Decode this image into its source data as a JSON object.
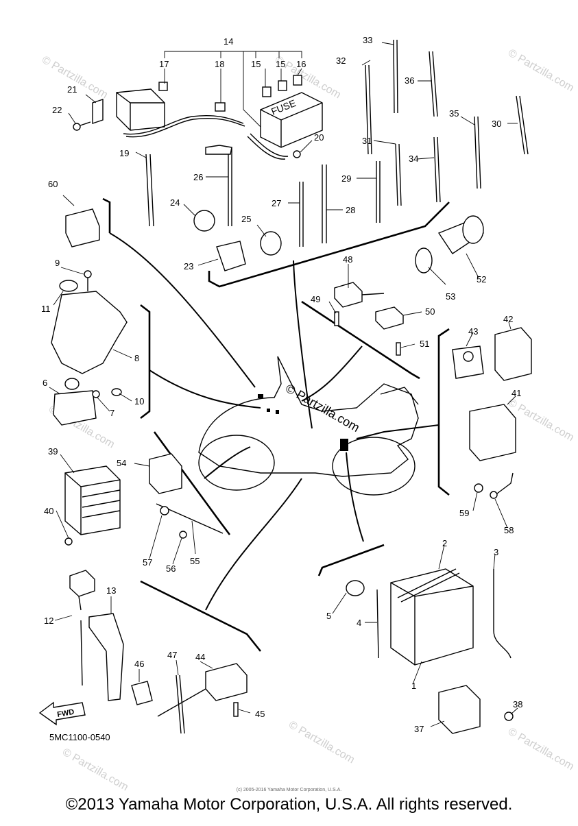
{
  "diagram": {
    "code": "5MC1100-0540",
    "copyright": "©2013 Yamaha Motor Corporation, U.S.A. All rights reserved.",
    "small_notice": "(c) 2005-2016 Yamaha Motor Corporation, U.S.A.",
    "watermark": "© Partzilla.com",
    "fuse_text": "FUSE",
    "fwd_text": "FWD",
    "callouts": [
      "1",
      "2",
      "3",
      "4",
      "5",
      "6",
      "7",
      "8",
      "9",
      "10",
      "11",
      "12",
      "13",
      "14",
      "15",
      "15",
      "16",
      "17",
      "18",
      "19",
      "20",
      "21",
      "22",
      "23",
      "24",
      "25",
      "26",
      "27",
      "28",
      "29",
      "30",
      "31",
      "32",
      "33",
      "34",
      "35",
      "36",
      "37",
      "38",
      "39",
      "40",
      "41",
      "42",
      "43",
      "44",
      "45",
      "46",
      "47",
      "48",
      "49",
      "50",
      "51",
      "52",
      "53",
      "54",
      "55",
      "56",
      "57",
      "58",
      "59",
      "60"
    ]
  }
}
